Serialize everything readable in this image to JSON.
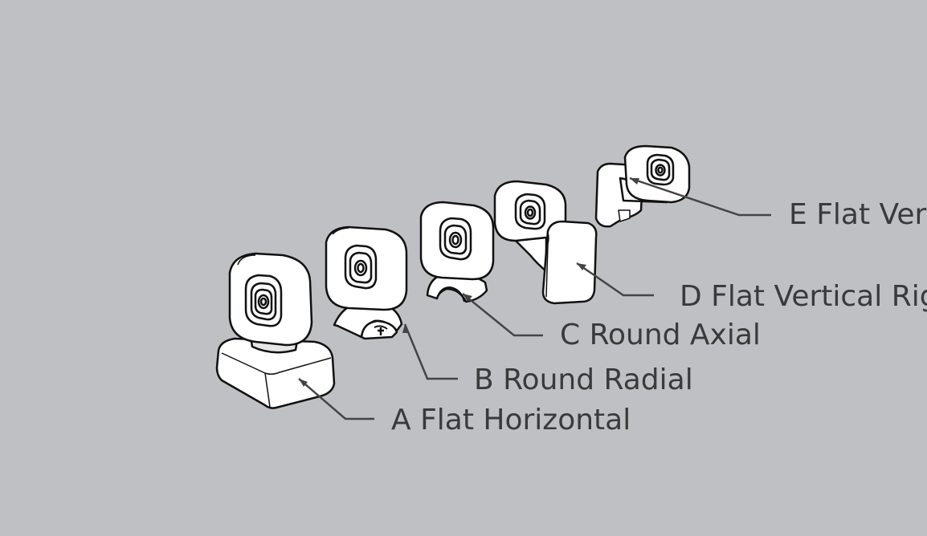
{
  "labels": {
    "a": "A Flat Horizontal",
    "b": "B Round Radial",
    "c": "C Round Axial",
    "d": "D Flat Vertical Rig",
    "e": "E Flat Ver"
  },
  "colors": {
    "background": "#bfc0c4",
    "model_fill": "#ffffff",
    "outline": "#111111",
    "leader": "#444444"
  }
}
